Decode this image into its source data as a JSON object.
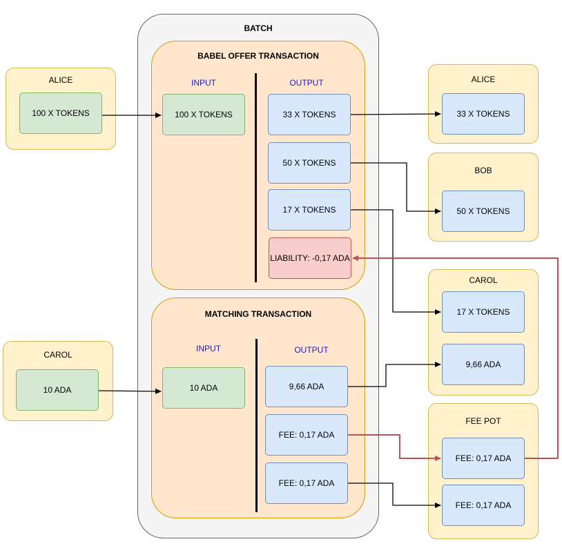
{
  "batch": {
    "title": "BATCH"
  },
  "babel_offer": {
    "title": "BABEL OFFER TRANSACTION",
    "input_header": "INPUT",
    "output_header": "OUTPUT",
    "input": "100 X TOKENS",
    "outputs": [
      "33 X TOKENS",
      "50 X TOKENS",
      "17 X TOKENS"
    ],
    "liability": "LIABILITY: -0,17 ADA"
  },
  "matching": {
    "title": "MATCHING TRANSACTION",
    "input_header": "INPUT",
    "output_header": "OUTPUT",
    "input": "10 ADA",
    "outputs": [
      "9,66 ADA",
      "FEE: 0,17 ADA",
      "FEE: 0,17 ADA"
    ]
  },
  "parties": {
    "alice_in": {
      "name": "ALICE",
      "item": "100 X TOKENS"
    },
    "carol_in": {
      "name": "CAROL",
      "item": "10 ADA"
    },
    "alice_out": {
      "name": "ALICE",
      "item": "33 X TOKENS"
    },
    "bob_out": {
      "name": "BOB",
      "item": "50 X TOKENS"
    },
    "carol_out": {
      "name": "CAROL",
      "items": [
        "17 X TOKENS",
        "9,66 ADA"
      ]
    },
    "fee_pot": {
      "name": "FEE POT",
      "items": [
        "FEE: 0,17 ADA",
        "FEE: 0,17 ADA"
      ]
    }
  },
  "colors": {
    "edge": "#000000",
    "highlight_edge": "#b85450"
  }
}
